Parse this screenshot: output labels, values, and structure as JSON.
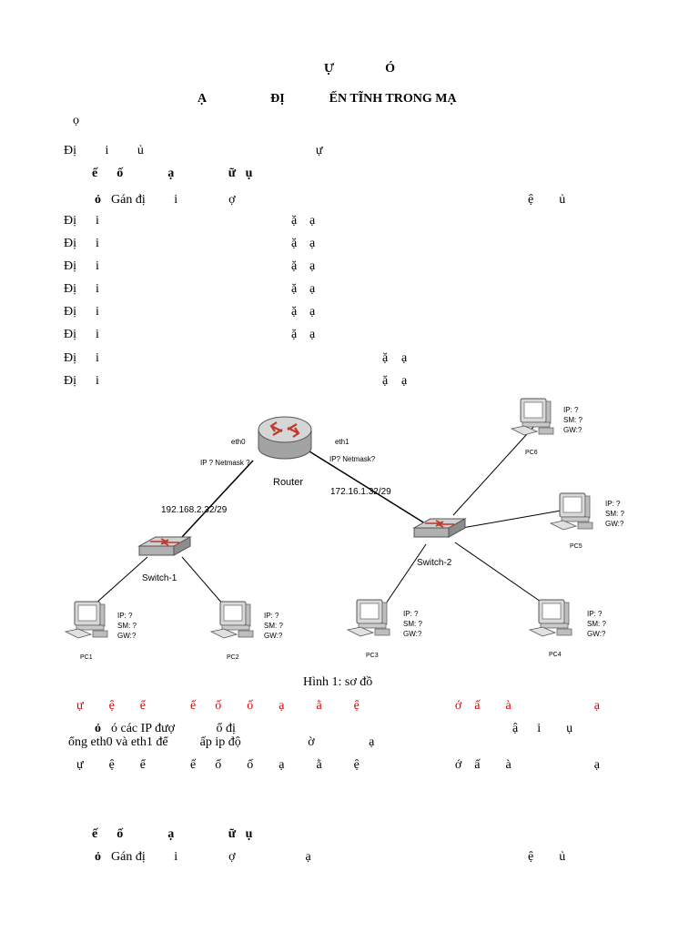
{
  "header": {
    "title_line1": "Ự                Ó",
    "title_line2": "Ạ                    ĐỊ              ẾN TĨNH TRONG MẠ",
    "subtitle": "ọ"
  },
  "lines": {
    "l1": "Đị         i         ủ                                                      ự",
    "l2": "ế      ố              ạ                 ữ   ụ",
    "l3a": "ỏ",
    "l3b": "Gán đị         i                ợ",
    "l3c": "ệ        ủ",
    "r1": [
      "Đị",
      "i",
      "ặ",
      "ạ"
    ],
    "r2": [
      "Đị",
      "i",
      "ặ",
      "ạ"
    ],
    "r3": [
      "Đị",
      "i",
      "ặ",
      "ạ"
    ],
    "r4": [
      "Đị",
      "i",
      "ặ",
      "ạ"
    ],
    "r5": [
      "Đị",
      "i",
      "ặ",
      "ạ"
    ],
    "r6": [
      "Đị",
      "i",
      "ặ",
      "ạ"
    ],
    "r7": [
      "Đị",
      "i",
      "ặ",
      "ạ"
    ],
    "r8": [
      "Đị",
      "i",
      "ặ",
      "ạ"
    ]
  },
  "diagram": {
    "router_label": "Router",
    "eth0": "eth0",
    "eth1": "eth1",
    "eth0_cfg": "IP  ? Netmask  ?",
    "eth1_cfg": "IP? Netmask?",
    "net_left": "192.168.2.32/29",
    "net_right": "172.16.1.32/29",
    "switch1": "Switch-1",
    "switch2": "Switch-2",
    "ip": "IP: ?",
    "sm": "SM: ?",
    "gw": "GW:?",
    "pc1": "PC1",
    "pc2": "PC2",
    "pc3": "PC3",
    "pc4": "PC4",
    "pc5": "PC5",
    "pc6": "PC6"
  },
  "caption": "Hình 1: sơ đồ",
  "section2": {
    "red_line": "ự        ệ        ể              ế      ố        ố        ạ          ằ          ệ                              ớ    ấ        à                          ạ",
    "p1a": "ỏ",
    "p1b": "ó các IP đượ             ổ đị",
    "p1c": "ậ      i        ụ",
    "p2": "ổng eth0 và eth1 để          ấp ip độ                     ờ                 ạ",
    "p3": "ự        ệ        ể              ế      ố        ố        ạ          ằ          ệ                              ớ    ấ        à                          ạ"
  },
  "section3": {
    "line1": "ế      ố              ạ                 ữ   ụ",
    "l2a": "ỏ",
    "l2b": "Gán đị         i                ợ                      ạ",
    "l2c": "ệ        ủ"
  },
  "colors": {
    "red_text": "#e00000",
    "router_red": "#c0392b",
    "device_gray": "#9e9e9e"
  }
}
